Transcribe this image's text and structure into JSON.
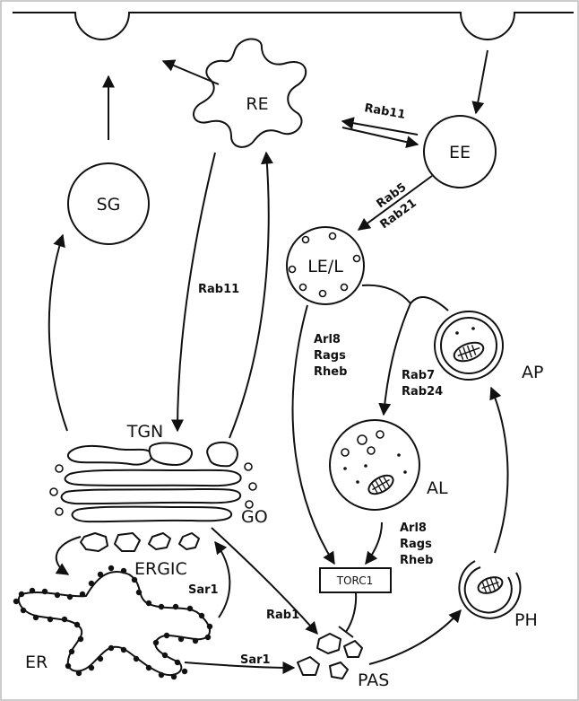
{
  "organelles": {
    "re": "RE",
    "ee": "EE",
    "sg": "SG",
    "lel": "LE/L",
    "ap": "AP",
    "al": "AL",
    "tgn": "TGN",
    "go": "GO",
    "ergic": "ERGIC",
    "er": "ER",
    "pas": "PAS",
    "ph": "PH",
    "torc1": "TORC1"
  },
  "regulators": {
    "rab11_top": "Rab11",
    "rab5": "Rab5",
    "rab21": "Rab21",
    "rab11_mid": "Rab11",
    "arl8_1": "Arl8",
    "rags_1": "Rags",
    "rheb_1": "Rheb",
    "rab7": "Rab7",
    "rab24": "Rab24",
    "arl8_2": "Arl8",
    "rags_2": "Rags",
    "rheb_2": "Rheb",
    "sar1_ergic": "Sar1",
    "sar1_er": "Sar1",
    "rab1": "Rab1"
  }
}
